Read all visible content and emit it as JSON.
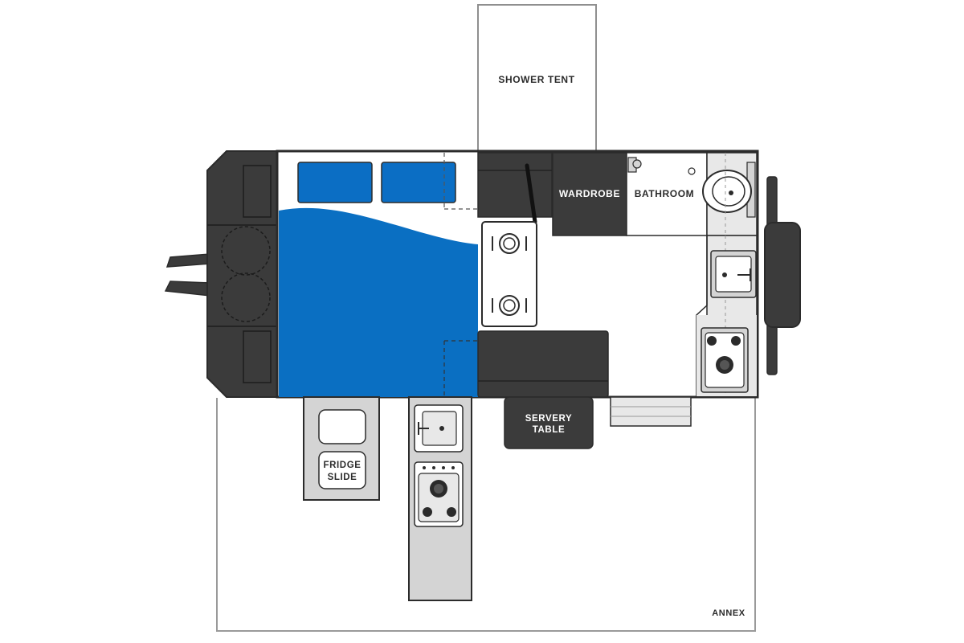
{
  "labels": {
    "shower_tent": "SHOWER TENT",
    "wardrobe": "WARDROBE",
    "bathroom": "BATHROOM",
    "servery_table_line1": "SERVERY",
    "servery_table_line2": "TABLE",
    "fridge_slide_line1": "FRIDGE",
    "fridge_slide_line2": "SLIDE",
    "annex": "ANNEX"
  },
  "colors": {
    "outline": "#2b2b2b",
    "dark_fill": "#3b3b3b",
    "blue_bed": "#0a6fc2",
    "blue_cushion": "#0b6ec4",
    "grey_fill": "#d4d4d4",
    "light_grey": "#e8e8e8",
    "annex_line": "#9a9a9a",
    "text_dark": "#2b2b2b",
    "text_light": "#ffffff"
  }
}
